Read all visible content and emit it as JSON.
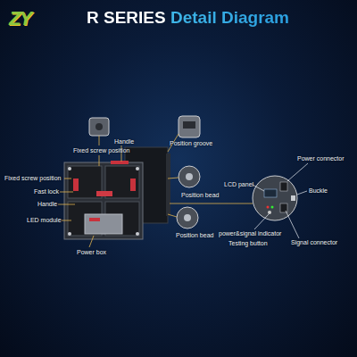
{
  "diagram": {
    "title": "R SERIES Detail Diagram",
    "labels": [
      "ZY",
      "Handle",
      "Position groove",
      "Fixed screw position",
      "Power connector",
      "Fixed screw position",
      "LCD panel",
      "Fast lock",
      "Buckle",
      "Position bead",
      "Handle",
      "LED module",
      "Position bead",
      "power&signal indicator",
      "Testing button",
      "Signal connector",
      "Power box"
    ]
  }
}
